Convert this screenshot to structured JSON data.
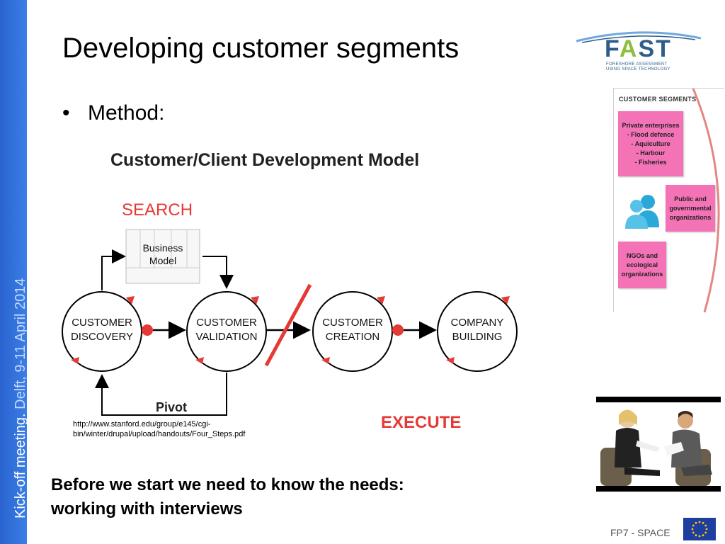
{
  "sidebar": {
    "meeting": "Kick-off meeting.",
    "date": " Delft, 9-11 April 2014"
  },
  "slide": {
    "title": "Developing customer segments",
    "bullet": "Method:",
    "url": "http://www.stanford.edu/group/e145/cgi-bin/winter/drupal/upload/handouts/Four_Steps.pdf",
    "needs_line1": "Before we start we need to know the needs:",
    "needs_line2": "working with interviews"
  },
  "logo": {
    "name_part1": "F",
    "name_part2": "A",
    "name_part3": "ST",
    "subtitle_line1": "FORESHORE ASSESSMENT",
    "subtitle_line2": "USING SPACE TECHNOLOGY"
  },
  "diagram": {
    "title": "Customer/Client Development Model",
    "search": "SEARCH",
    "execute": "EXECUTE",
    "business_model_1": "Business",
    "business_model_2": "Model",
    "pivot": "Pivot",
    "stages": [
      {
        "line1": "CUSTOMER",
        "line2": "DISCOVERY"
      },
      {
        "line1": "CUSTOMER",
        "line2": "VALIDATION"
      },
      {
        "line1": "CUSTOMER",
        "line2": "CREATION"
      },
      {
        "line1": "COMPANY",
        "line2": "BUILDING"
      }
    ]
  },
  "segments_panel": {
    "title": "CUSTOMER SEGMENTS",
    "note1": [
      "Private enterprises",
      "- Flood defence",
      "- Aquiculture",
      "- Harbour",
      "- Fisheries"
    ],
    "note2": [
      "Public and",
      "governmental",
      "organizations"
    ],
    "note3": [
      "NGOs and",
      "ecological",
      "organizations"
    ]
  },
  "footer": {
    "program": "FP7 - SPACE"
  },
  "colors": {
    "sidebar": "#2f6fd6",
    "accent_red": "#e53935",
    "sticky_pink": "#f472b6",
    "logo_blue": "#2f5d8a",
    "logo_green": "#8bbf3c"
  },
  "icons": {
    "people": "people-icon",
    "eu_flag": "eu-flag-icon"
  }
}
